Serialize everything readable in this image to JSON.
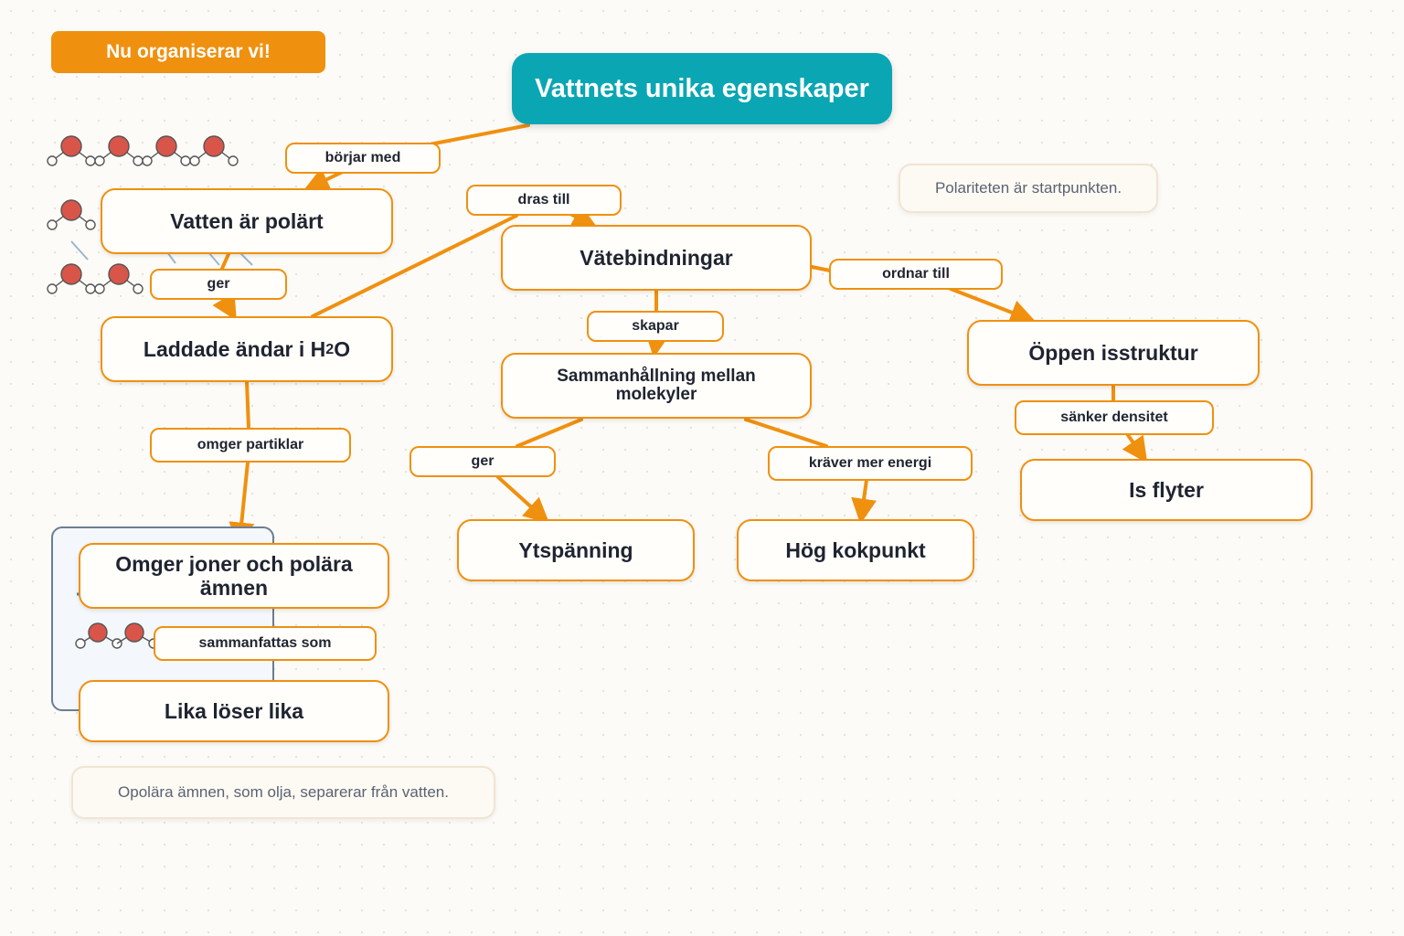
{
  "banner": "Nu organiserar vi!",
  "title": "Vattnets unika egenskaper",
  "notes": {
    "polarity": "Polariteten är startpunkten.",
    "nonpolar": "Opolära ämnen, som olja, separerar från vatten."
  },
  "nodes": {
    "polar": "Vatten är polärt",
    "charged_prefix": "Laddade ändar i H",
    "charged_sub": "2",
    "charged_suffix": "O",
    "hbonds": "Vätebindningar",
    "cohesion": "Sammanhållning mellan molekyler",
    "ice": "Öppen isstruktur",
    "surrounds": "Omger joner och polära ämnen",
    "like": "Lika löser lika",
    "tension": "Ytspänning",
    "boiling": "Hög kokpunkt",
    "floats": "Is flyter"
  },
  "links": {
    "starts_with": "börjar med",
    "gives": "ger",
    "attracted_to": "dras till",
    "arranges": "ordnar till",
    "creates": "skapar",
    "surrounds_particles": "omger partiklar",
    "gives2": "ger",
    "needs_energy": "kräver mer energi",
    "lowers_density": "sänker densitet",
    "summarized_as": "sammanfattas som"
  },
  "colors": {
    "accent": "#f0900f",
    "title_bg": "#0aa6b3",
    "atom_oxygen": "#d9554a",
    "sidebox_border": "#6c7d91"
  }
}
